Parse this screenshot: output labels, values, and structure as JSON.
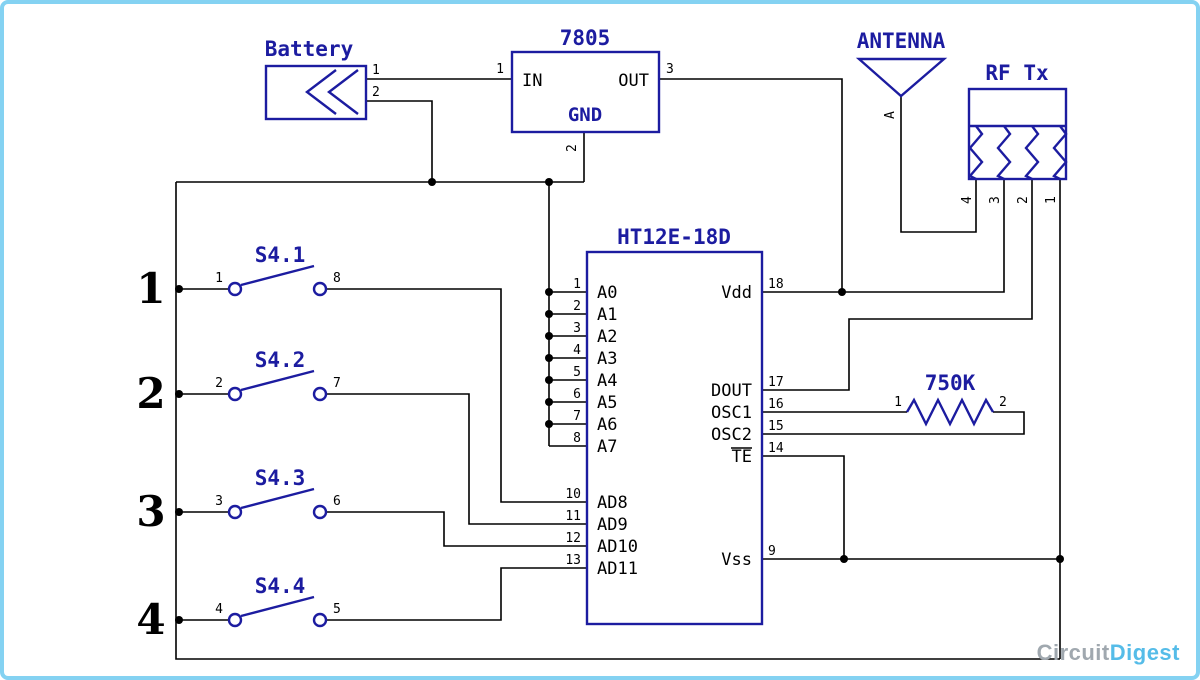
{
  "brand": {
    "part1": "Circuit",
    "part2": "Digest"
  },
  "colors": {
    "schematic_blue": "#1c1ca0",
    "wire_black": "#000000",
    "frame_blue": "#84d2f2",
    "brand_gray": "#a0a8af",
    "brand_blue": "#55bce8"
  },
  "battery": {
    "label": "Battery",
    "pin1": "1",
    "pin2": "2"
  },
  "regulator": {
    "label": "7805",
    "in": "IN",
    "out": "OUT",
    "gnd": "GND",
    "pin_in": "1",
    "pin_out": "3",
    "pin_gnd": "2"
  },
  "antenna": {
    "label": "ANTENNA",
    "pin": "A"
  },
  "rf_tx": {
    "label": "RF Tx",
    "pin_numbers": [
      "4",
      "3",
      "2",
      "1"
    ]
  },
  "encoder": {
    "label": "HT12E-18D",
    "left_pins": [
      {
        "num": "1",
        "name": "A0"
      },
      {
        "num": "2",
        "name": "A1"
      },
      {
        "num": "3",
        "name": "A2"
      },
      {
        "num": "4",
        "name": "A3"
      },
      {
        "num": "5",
        "name": "A4"
      },
      {
        "num": "6",
        "name": "A5"
      },
      {
        "num": "7",
        "name": "A6"
      },
      {
        "num": "8",
        "name": "A7"
      },
      {
        "num": "10",
        "name": "AD8"
      },
      {
        "num": "11",
        "name": "AD9"
      },
      {
        "num": "12",
        "name": "AD10"
      },
      {
        "num": "13",
        "name": "AD11"
      }
    ],
    "right_pins": [
      {
        "num": "18",
        "name": "Vdd"
      },
      {
        "num": "17",
        "name": "DOUT"
      },
      {
        "num": "16",
        "name": "OSC1"
      },
      {
        "num": "15",
        "name": "OSC2"
      },
      {
        "num": "14",
        "name": "TE"
      },
      {
        "num": "9",
        "name": "Vss"
      }
    ]
  },
  "resistor": {
    "label": "750K",
    "pin1": "1",
    "pin2": "2"
  },
  "switches": [
    {
      "label": "S4.1",
      "row": "1",
      "pin_left": "1",
      "pin_right": "8"
    },
    {
      "label": "S4.2",
      "row": "2",
      "pin_left": "2",
      "pin_right": "7"
    },
    {
      "label": "S4.3",
      "row": "3",
      "pin_left": "3",
      "pin_right": "6"
    },
    {
      "label": "S4.4",
      "row": "4",
      "pin_left": "4",
      "pin_right": "5"
    }
  ]
}
